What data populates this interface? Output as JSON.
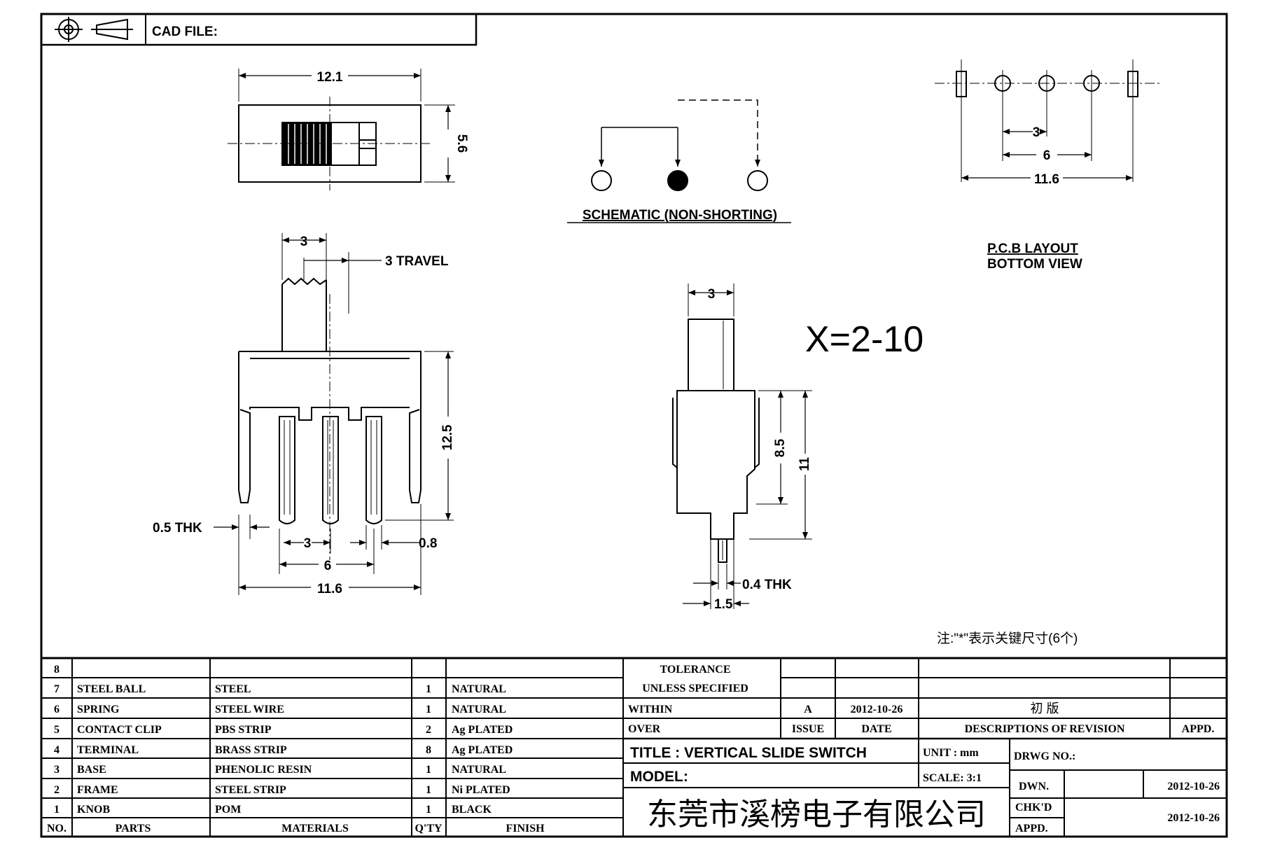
{
  "header": {
    "cad_file_label": "CAD FILE:",
    "projection_icon": "third-angle-projection-icon"
  },
  "top_view": {
    "width_dim": "12.1",
    "height_dim": "5.6"
  },
  "side_view": {
    "knob_width_dim": "3",
    "travel_label": "3 TRAVEL",
    "height_dim": "12.5",
    "thickness_label": "0.5 THK",
    "pin_width_dim": "0.8",
    "pitch_dim_1": "3",
    "pitch_dim_2": "6",
    "overall_width_dim": "11.6"
  },
  "schematic": {
    "label": "SCHEMATIC (NON-SHORTING)"
  },
  "pcb": {
    "pitch_dim_1": "3",
    "pitch_dim_2": "6",
    "overall_dim": "11.6",
    "title_line1": "P.C.B LAYOUT",
    "title_line2": "BOTTOM VIEW"
  },
  "variant_label": "X=2-10",
  "end_view": {
    "knob_width_dim": "3",
    "inner_height_dim": "8.5",
    "outer_height_dim": "11",
    "thickness_label": "0.4 THK",
    "lead_width_dim": "1.5"
  },
  "note": "注:\"*\"表示关键尺寸(6个)",
  "bom": {
    "rows": [
      {
        "no": "8",
        "part": "",
        "material": "",
        "qty": "",
        "finish": ""
      },
      {
        "no": "7",
        "part": "STEEL BALL",
        "material": "STEEL",
        "qty": "1",
        "finish": "NATURAL"
      },
      {
        "no": "6",
        "part": "SPRING",
        "material": "STEEL WIRE",
        "qty": "1",
        "finish": "NATURAL"
      },
      {
        "no": "5",
        "part": "CONTACT CLIP",
        "material": "PBS STRIP",
        "qty": "2",
        "finish": "Ag PLATED"
      },
      {
        "no": "4",
        "part": "TERMINAL",
        "material": "BRASS STRIP",
        "qty": "8",
        "finish": "Ag PLATED"
      },
      {
        "no": "3",
        "part": "BASE",
        "material": "PHENOLIC RESIN",
        "qty": "1",
        "finish": "NATURAL"
      },
      {
        "no": "2",
        "part": "FRAME",
        "material": "STEEL STRIP",
        "qty": "1",
        "finish": "Ni PLATED"
      },
      {
        "no": "1",
        "part": "KNOB",
        "material": "POM",
        "qty": "1",
        "finish": "BLACK"
      }
    ],
    "headers": {
      "no": "NO.",
      "part": "PARTS",
      "material": "MATERIALS",
      "qty": "Q'TY",
      "finish": "FINISH"
    }
  },
  "tolerance": {
    "line1": "TOLERANCE",
    "line2": "UNLESS  SPECIFIED",
    "within": "WITHIN",
    "over": "OVER"
  },
  "revision": {
    "issue": "A",
    "date": "2012-10-26",
    "description": "初  版",
    "issue_label": "ISSUE",
    "date_label": "DATE",
    "desc_label": "DESCRIPTIONS OF REVISION",
    "appd_label": "APPD."
  },
  "title_block": {
    "title": "TITLE :  VERTICAL SLIDE SWITCH",
    "unit": "UNIT :  mm",
    "scale": "SCALE:  3:1",
    "model_label": "MODEL:",
    "drwg_no_label": "DRWG NO.:",
    "dwn_label": "DWN.",
    "dwn_date": "2012-10-26",
    "chkd_label": "CHK'D",
    "appd_label": "APPD.",
    "chkd_date": "2012-10-26",
    "company": "东莞市溪榜电子有限公司"
  }
}
